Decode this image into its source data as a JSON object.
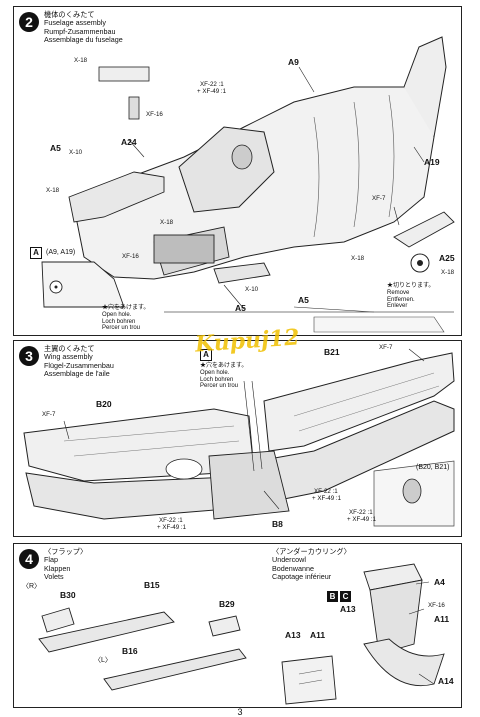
{
  "step2": {
    "num": "2",
    "title_jp": "機体のくみたて",
    "title_en": "Fuselage assembly",
    "title_de": "Rumpf-Zusammenbau",
    "title_fr": "Assemblage du fuselage",
    "labels": {
      "a9": "A9",
      "a19": "A19",
      "a24": "A24",
      "a5": "A5",
      "a5b": "A5",
      "a5c": "A5",
      "a25": "A25",
      "x18a": "X-18",
      "x18b": "X-18",
      "x18c": "X-18",
      "x18d": "X-18",
      "x18e": "X-18",
      "x10a": "X-10",
      "x10b": "X-10",
      "xf16a": "XF-16",
      "xf16b": "XF-16",
      "xf7": "XF-7",
      "xf22": "XF-22 :1",
      "xf49": "+ XF-49 :1"
    },
    "sub_a": "A",
    "sub_a_parts": "(A9, A19)",
    "hole_jp": "★穴をあけます。",
    "hole_en": "Open hole.",
    "hole_de": "Loch bohren",
    "hole_fr": "Percer un trou",
    "remove_jp": "★切りとります。",
    "remove_en": "Remove",
    "remove_de": "Entfernen.",
    "remove_fr": "Enlever"
  },
  "step3": {
    "num": "3",
    "title_jp": "主翼のくみたて",
    "title_en": "Wing assembly",
    "title_de": "Flügel-Zusammenbau",
    "title_fr": "Assemblage de l'aile",
    "labels": {
      "b20": "B20",
      "b21": "B21",
      "b8": "B8",
      "b20b21": "(B20, B21)",
      "xf7a": "XF-7",
      "xf7b": "XF-7",
      "xf22a": "XF-22 :1",
      "xf49a": "+ XF-49 :1",
      "xf22b": "XF-22 :1",
      "xf49b": "+ XF-49 :1",
      "xf22c": "XF-22 :1",
      "xf49c": "+ XF-49 :1"
    },
    "sub_a": "A",
    "hole_jp": "★穴をあけます。",
    "hole_en": "Open hole.",
    "hole_de": "Loch bohren",
    "hole_fr": "Percer un trou"
  },
  "step4": {
    "num": "4",
    "flap_jp": "〈フラップ〉",
    "flap_en": "Flap",
    "flap_de": "Klappen",
    "flap_fr": "Volets",
    "under_jp": "〈アンダーカウリング〉",
    "under_en": "Undercowl",
    "under_de": "Bodenwanne",
    "under_fr": "Capotage inférieur",
    "r": "〈R〉",
    "l": "〈L〉",
    "labels": {
      "b30": "B30",
      "b15": "B15",
      "b29": "B29",
      "b16": "B16",
      "a4": "A4",
      "a11": "A11",
      "a13": "A13",
      "a14": "A14",
      "a13b": "A13",
      "a11b": "A11",
      "xf16": "XF-16"
    },
    "box_b": "B",
    "box_c": "C"
  },
  "watermark": "Kupuj12",
  "page_number": "3"
}
